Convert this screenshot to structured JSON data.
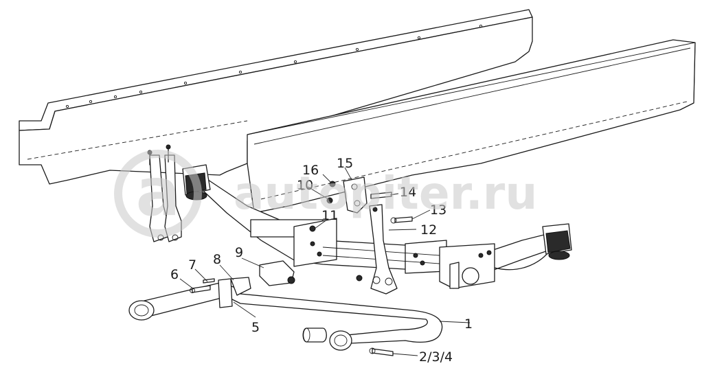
{
  "watermark": {
    "logo_letter": "a",
    "text": "autopiter.ru"
  },
  "callouts": {
    "c1": "1",
    "c234": "2/3/4",
    "c5": "5",
    "c6": "6",
    "c7": "7",
    "c8": "8",
    "c9": "9",
    "c10": "10",
    "c11": "11",
    "c12": "12",
    "c13": "13",
    "c14": "14",
    "c15": "15",
    "c16": "16"
  }
}
